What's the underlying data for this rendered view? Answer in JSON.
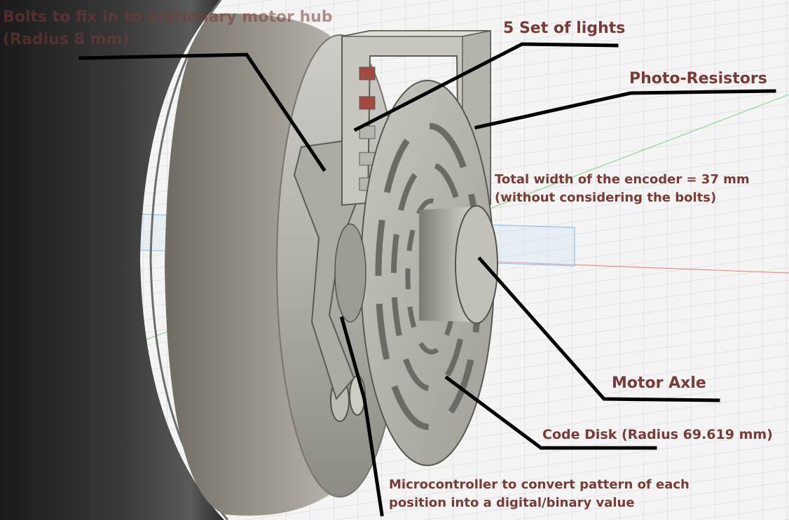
{
  "labels": {
    "bolts_line1": "Bolts to fix in to stationary motor hub",
    "bolts_line2": "(Radius 8 mm)",
    "lights": "5 Set of lights",
    "photo_resistors": "Photo-Resistors",
    "width_line1": "Total width of the encoder = 37 mm",
    "width_line2": "(without considering the bolts)",
    "motor_axle": "Motor Axle",
    "code_disk": "Code Disk (Radius 69.619 mm)",
    "micro_line1": "Microcontroller to convert pattern of each",
    "micro_line2": "position into a digital/binary value"
  },
  "colors": {
    "label_text": "#7a3b36",
    "leader_line": "#000000",
    "background": "#f4f4f4",
    "grid": "#d2d2d2",
    "tire_dark": "#2a2a2a",
    "hub_metal": "#a9a9a9",
    "indicator_red": "#a24a40",
    "axis_blue": "#8cc4e8",
    "axis_green": "#8fd48f",
    "axis_red": "#f08a8a"
  }
}
